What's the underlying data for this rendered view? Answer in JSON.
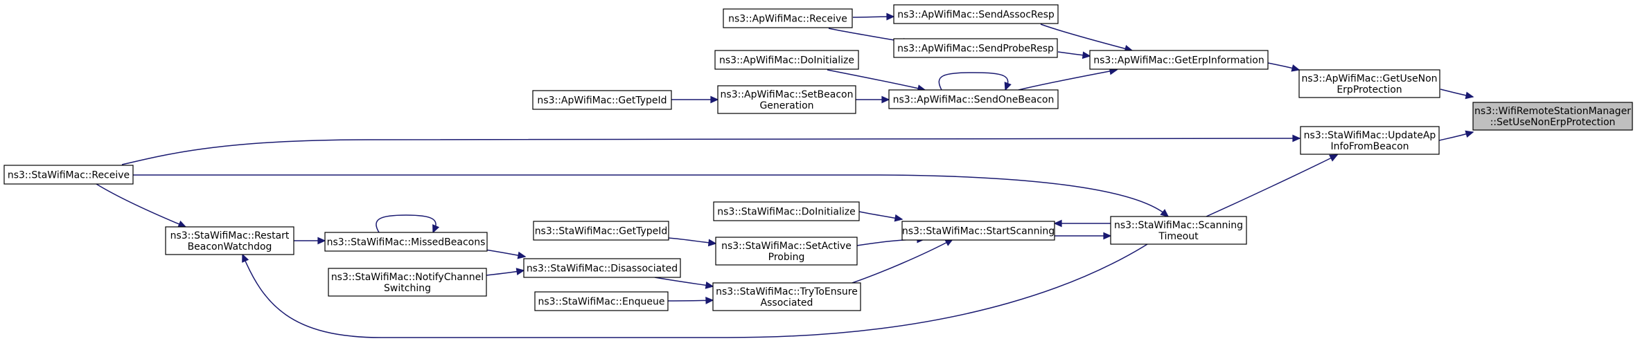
{
  "graph": {
    "type": "caller-graph",
    "nodes": {
      "set_use_non_erp": [
        "ns3::WifiRemoteStationManager",
        "::SetUseNonErpProtection"
      ],
      "get_use_non_erp": [
        "ns3::ApWifiMac::GetUseNon",
        "ErpProtection"
      ],
      "update_ap_info": [
        "ns3::StaWifiMac::UpdateAp",
        "InfoFromBeacon"
      ],
      "get_erp_info": [
        "ns3::ApWifiMac::GetErpInformation"
      ],
      "send_assoc_resp": [
        "ns3::ApWifiMac::SendAssocResp"
      ],
      "send_probe_resp": [
        "ns3::ApWifiMac::SendProbeResp"
      ],
      "send_one_beacon": [
        "ns3::ApWifiMac::SendOneBeacon"
      ],
      "ap_receive": [
        "ns3::ApWifiMac::Receive"
      ],
      "ap_do_initialize": [
        "ns3::ApWifiMac::DoInitialize"
      ],
      "set_beacon_generation": [
        "ns3::ApWifiMac::SetBeacon",
        "Generation"
      ],
      "ap_get_type_id": [
        "ns3::ApWifiMac::GetTypeId"
      ],
      "sta_receive": [
        "ns3::StaWifiMac::Receive"
      ],
      "scanning_timeout": [
        "ns3::StaWifiMac::Scanning",
        "Timeout"
      ],
      "start_scanning": [
        "ns3::StaWifiMac::StartScanning"
      ],
      "sta_do_initialize": [
        "ns3::StaWifiMac::DoInitialize"
      ],
      "set_active_probing": [
        "ns3::StaWifiMac::SetActive",
        "Probing"
      ],
      "sta_get_type_id": [
        "ns3::StaWifiMac::GetTypeId"
      ],
      "try_to_ensure_associated": [
        "ns3::StaWifiMac::TryToEnsure",
        "Associated"
      ],
      "sta_enqueue": [
        "ns3::StaWifiMac::Enqueue"
      ],
      "disassociated": [
        "ns3::StaWifiMac::Disassociated"
      ],
      "notify_channel_switching": [
        "ns3::StaWifiMac::NotifyChannel",
        "Switching"
      ],
      "missed_beacons": [
        "ns3::StaWifiMac::MissedBeacons"
      ],
      "restart_beacon_watchdog": [
        "ns3::StaWifiMac::Restart",
        "BeaconWatchdog"
      ]
    },
    "edges": [
      {
        "from": "get_use_non_erp",
        "to": "set_use_non_erp"
      },
      {
        "from": "update_ap_info",
        "to": "set_use_non_erp"
      },
      {
        "from": "get_erp_info",
        "to": "get_use_non_erp"
      },
      {
        "from": "send_assoc_resp",
        "to": "get_erp_info"
      },
      {
        "from": "send_probe_resp",
        "to": "get_erp_info"
      },
      {
        "from": "send_one_beacon",
        "to": "get_erp_info"
      },
      {
        "from": "ap_receive",
        "to": "send_assoc_resp"
      },
      {
        "from": "ap_receive",
        "to": "send_probe_resp"
      },
      {
        "from": "ap_do_initialize",
        "to": "send_one_beacon"
      },
      {
        "from": "send_one_beacon",
        "to": "send_one_beacon"
      },
      {
        "from": "set_beacon_generation",
        "to": "send_one_beacon"
      },
      {
        "from": "ap_get_type_id",
        "to": "set_beacon_generation"
      },
      {
        "from": "sta_receive",
        "to": "update_ap_info"
      },
      {
        "from": "scanning_timeout",
        "to": "update_ap_info"
      },
      {
        "from": "sta_receive",
        "to": "scanning_timeout"
      },
      {
        "from": "scanning_timeout",
        "to": "start_scanning"
      },
      {
        "from": "start_scanning",
        "to": "scanning_timeout"
      },
      {
        "from": "sta_do_initialize",
        "to": "start_scanning"
      },
      {
        "from": "set_active_probing",
        "to": "start_scanning"
      },
      {
        "from": "try_to_ensure_associated",
        "to": "start_scanning"
      },
      {
        "from": "sta_get_type_id",
        "to": "set_active_probing"
      },
      {
        "from": "disassociated",
        "to": "try_to_ensure_associated"
      },
      {
        "from": "sta_enqueue",
        "to": "try_to_ensure_associated"
      },
      {
        "from": "missed_beacons",
        "to": "disassociated"
      },
      {
        "from": "notify_channel_switching",
        "to": "disassociated"
      },
      {
        "from": "restart_beacon_watchdog",
        "to": "missed_beacons"
      },
      {
        "from": "missed_beacons",
        "to": "missed_beacons"
      },
      {
        "from": "sta_receive",
        "to": "restart_beacon_watchdog"
      },
      {
        "from": "scanning_timeout",
        "to": "restart_beacon_watchdog"
      }
    ]
  },
  "colors": {
    "edge": "#191970",
    "node_border": "#000000",
    "node_fill": "#ffffff",
    "root_fill": "#bfbfbf"
  }
}
